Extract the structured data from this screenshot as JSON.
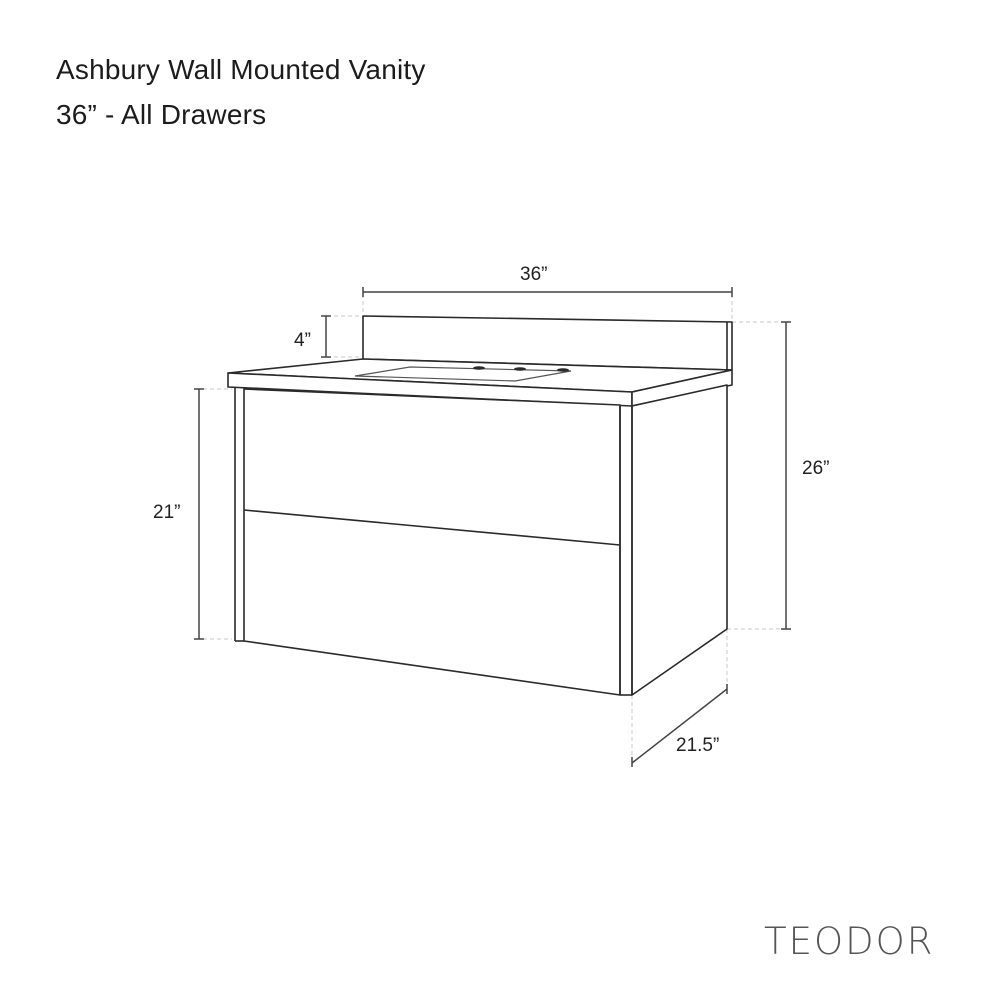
{
  "header": {
    "product_name": "Ashbury Wall Mounted Vanity",
    "subtitle": "36” - All Drawers"
  },
  "dimensions": {
    "width": "36”",
    "backsplash_height": "4”",
    "cabinet_height": "21”",
    "total_height": "26”",
    "depth": "21.5”"
  },
  "drawing": {
    "drawer_count": 2,
    "faucet_holes": 3,
    "line_color": "#2a2a2a",
    "dim_line_color": "#444444",
    "guide_color": "#c8c8c8"
  },
  "brand": {
    "logo_text": "TEODOR"
  }
}
